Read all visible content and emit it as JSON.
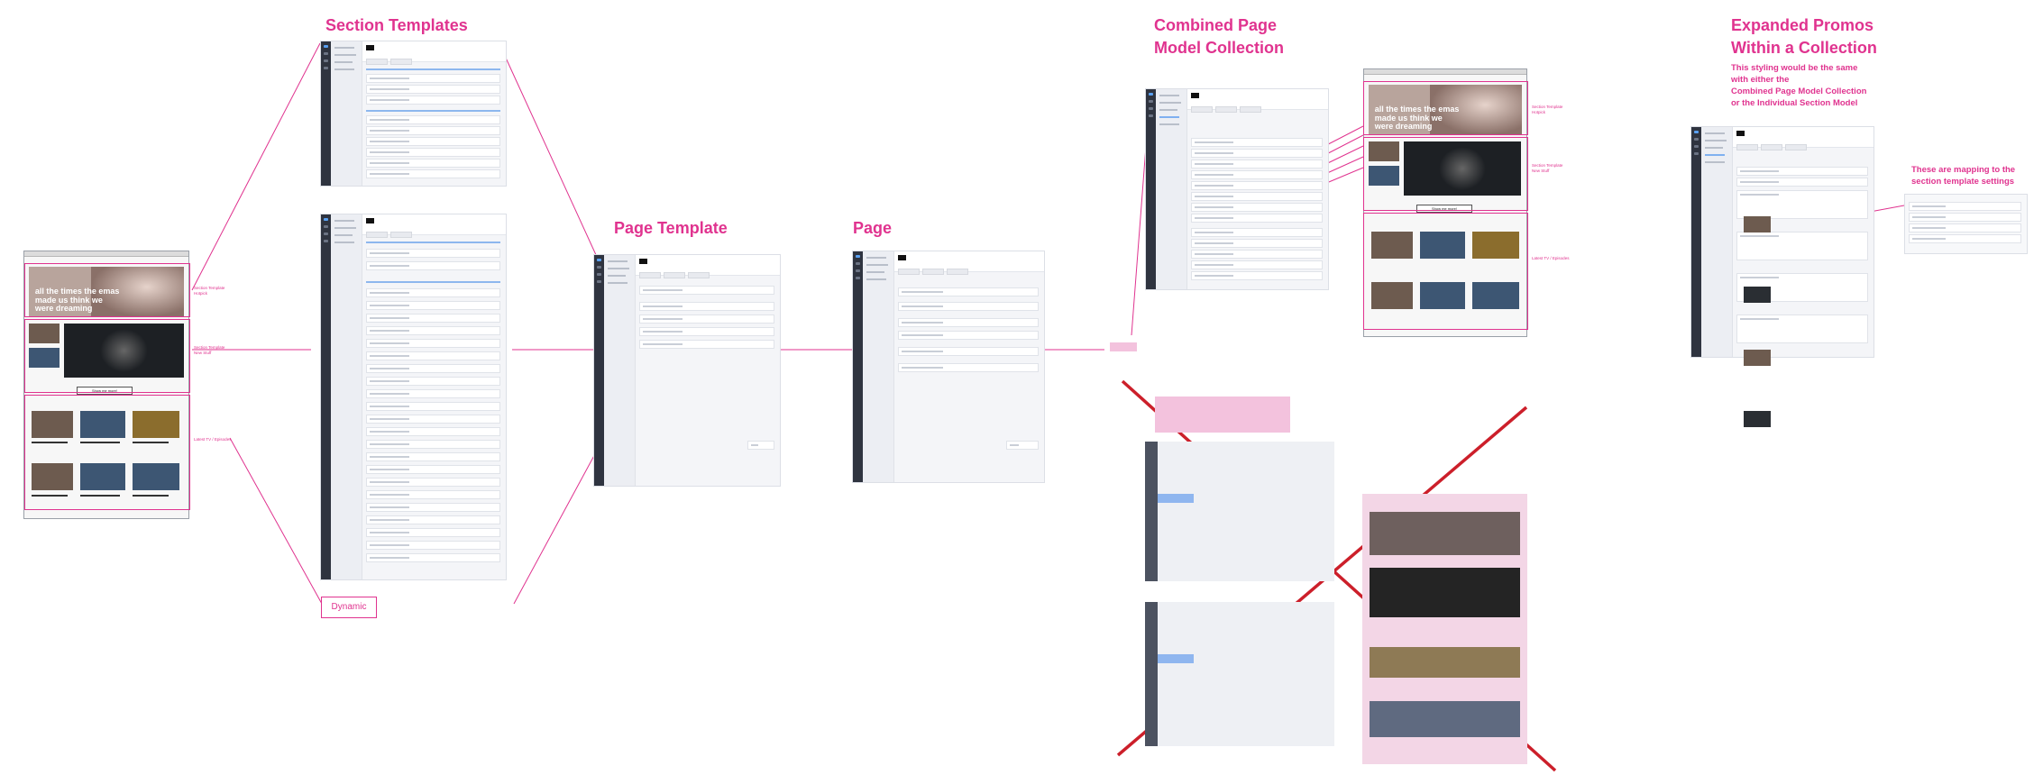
{
  "headings": {
    "section_templates": "Section Templates",
    "page_template": "Page Template",
    "page": "Page",
    "combined_line1": "Combined Page",
    "combined_line2": "Model Collection",
    "expanded_line1": "Expanded Promos",
    "expanded_line2": "Within a Collection"
  },
  "notes": {
    "expanded_note_1": "This styling would be the same",
    "expanded_note_2": "with either the",
    "expanded_note_3": "Combined Page Model Collection",
    "expanded_note_4": "or the Individual Section Model",
    "mapping_1": "These are mapping to the",
    "mapping_2": "section template settings"
  },
  "section_labels": {
    "hero_line1": "Section Template",
    "hero_line2": "Hotpick",
    "related_line1": "Section Template",
    "related_line2": "New Stuff",
    "latest_line1": "Latest TV / Episodes",
    "latest_line2": ""
  },
  "preview": {
    "hero_text_1": "all the times the emas",
    "hero_text_2": "made us think we",
    "hero_text_3": "were dreaming",
    "show_more": "Show me more!"
  },
  "buttons": {
    "dynamic": "Dynamic"
  },
  "colors": {
    "accent": "#e0338f",
    "cross": "#cc1f2a"
  }
}
